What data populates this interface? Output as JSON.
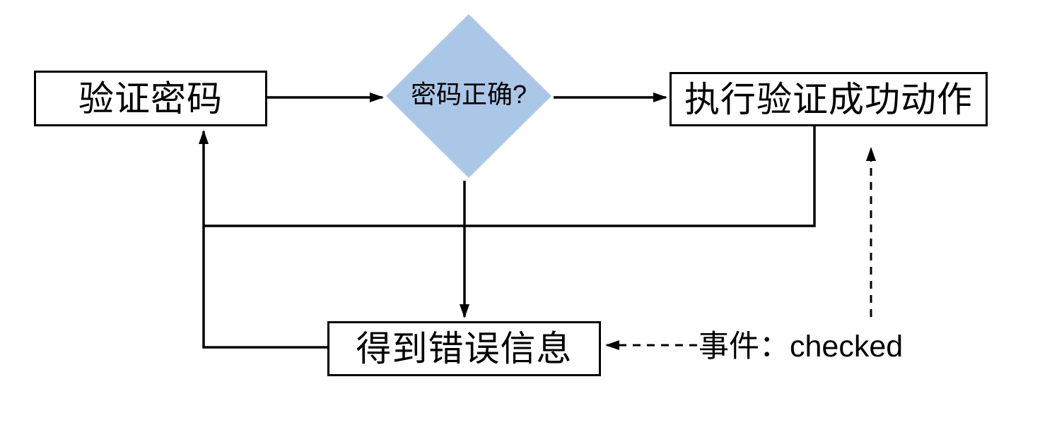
{
  "flowchart": {
    "nodes": {
      "verify": {
        "label": "验证密码",
        "shape": "rect"
      },
      "decision": {
        "label": "密码正确?",
        "shape": "diamond"
      },
      "success": {
        "label": "执行验证成功动作",
        "shape": "rect"
      },
      "error": {
        "label": "得到错误信息",
        "shape": "rect"
      }
    },
    "annotation": {
      "label": "事件：checked"
    },
    "edges": [
      {
        "from": "verify",
        "to": "decision",
        "style": "solid-arrow"
      },
      {
        "from": "decision",
        "to": "success",
        "style": "solid-arrow"
      },
      {
        "from": "decision",
        "to": "error",
        "style": "solid-arrow"
      },
      {
        "from": "success",
        "to": "verify",
        "style": "solid-elbow-arrow"
      },
      {
        "from": "error",
        "to": "verify",
        "style": "solid-elbow-arrow"
      },
      {
        "from": "annotation",
        "to": "error",
        "style": "dashed-arrow"
      },
      {
        "from": "annotation",
        "to": "success",
        "style": "dashed-arrow"
      }
    ],
    "colors": {
      "decision_fill": "#ABC7E8",
      "line": "#000000",
      "node_fill": "#FFFFFF",
      "node_border": "#000000",
      "text": "#000000"
    }
  }
}
